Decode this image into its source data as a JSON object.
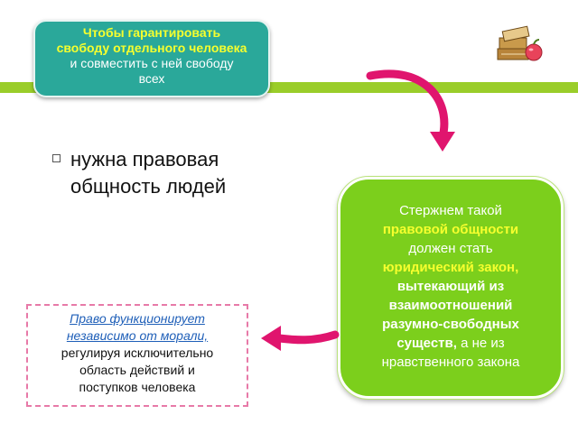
{
  "top_box": {
    "line1": "Чтобы гарантировать",
    "line2": "свободу отдельного человека",
    "line3": "и совместить с ней свободу",
    "line4": "всех"
  },
  "bullet": {
    "line1": "нужна правовая",
    "line2": "общность людей"
  },
  "green_box": {
    "line1": "Стержнем такой",
    "line2": "правовой общности",
    "line3": "должен стать",
    "line4": "юридический закон,",
    "line5": "вытекающий из",
    "line6": "взаимоотношений",
    "line7": "разумно-свободных",
    "line8_bold": "существ,",
    "line8_rest": " а не из",
    "line9": "нравственного закона"
  },
  "pink_box": {
    "line1": "Право функционирует",
    "line2": "независимо от морали,",
    "line3": "регулируя исключительно",
    "line4": "область действий и",
    "line5": "поступков человека"
  },
  "colors": {
    "stripe": "#9acd2a",
    "teal": "#2aa89a",
    "green": "#7ccf1c",
    "highlight_yellow": "#f6ff2e",
    "arrow_magenta": "#e0156e",
    "dashed_border": "#e77aa8",
    "link_blue": "#1f5fb8"
  },
  "icons": {
    "decoration": "books-and-apple-icon",
    "arrows": "curved-arrow-icon"
  }
}
